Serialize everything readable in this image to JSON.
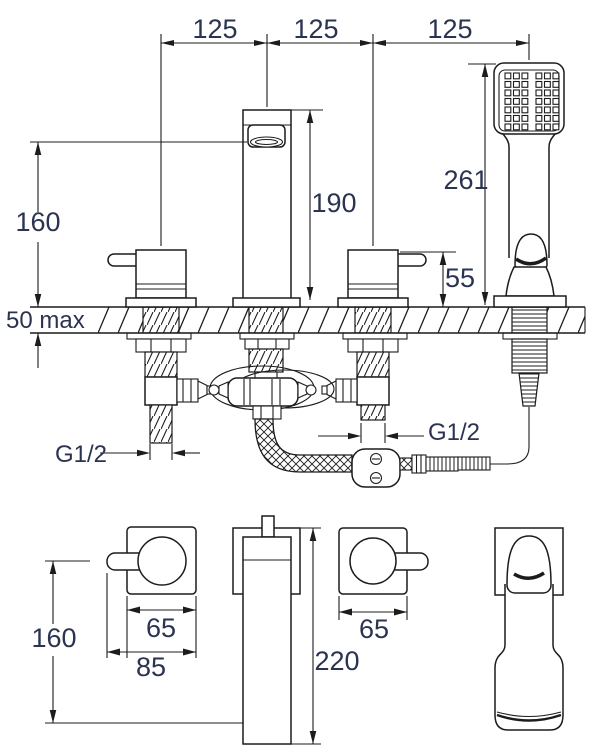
{
  "drawing": {
    "kind": "bath-shower-mixer-installation-diagram",
    "views": {
      "front": "deck-mounted 3-hole mixer with shower handset, cross-sectioned deck and below-deck plumbing",
      "plan": "footprints of two valves, spout and handset holder"
    }
  },
  "colors": {
    "background": "#ffffff",
    "line": "#1c1c1c",
    "dimension_text": "#2a3350"
  },
  "labels": {
    "pitch_left": "125",
    "pitch_mid": "125",
    "pitch_right": "125",
    "clearance_height": "160",
    "deck_thickness": "50 max",
    "spout_height": "190",
    "valve_height": "55",
    "handset_height": "261",
    "thread_left": "G1/2",
    "thread_right": "G1/2",
    "plan_valve_left_body": "65",
    "plan_valve_left_overall": "85",
    "plan_depth": "160",
    "plan_spout_length": "220",
    "plan_valve_right_body": "65"
  }
}
